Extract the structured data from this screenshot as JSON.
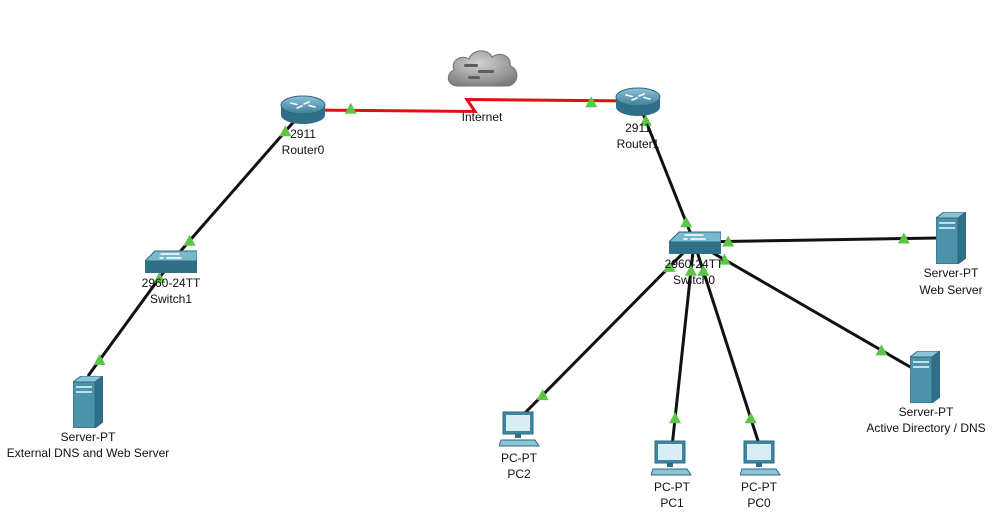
{
  "colors": {
    "ethernet": "#111111",
    "serial": "#e01010",
    "link_up": "#5cc545",
    "device_blue": "#4a93ab",
    "cloud": "#9a9a9a"
  },
  "cloud": {
    "label": "Internet",
    "icon": "cloud-icon"
  },
  "devices": [
    {
      "id": "router0",
      "icon": "router-icon",
      "model": "2911",
      "name": "Router0"
    },
    {
      "id": "router1",
      "icon": "router-icon",
      "model": "2911",
      "name": "Router1"
    },
    {
      "id": "switch1",
      "icon": "switch-icon",
      "model": "2960-24TT",
      "name": "Switch1"
    },
    {
      "id": "switch0",
      "icon": "switch-icon",
      "model": "2960-24TT",
      "name": "Switch0"
    },
    {
      "id": "ext-server",
      "icon": "server-icon",
      "model": "Server-PT",
      "name": "External DNS and Web Server"
    },
    {
      "id": "web-server",
      "icon": "server-icon",
      "model": "Server-PT",
      "name": "Web Server"
    },
    {
      "id": "ad-server",
      "icon": "server-icon",
      "model": "Server-PT",
      "name": "Active Directory / DNS"
    },
    {
      "id": "pc2",
      "icon": "pc-icon",
      "model": "PC-PT",
      "name": "PC2"
    },
    {
      "id": "pc1",
      "icon": "pc-icon",
      "model": "PC-PT",
      "name": "PC1"
    },
    {
      "id": "pc0",
      "icon": "pc-icon",
      "model": "PC-PT",
      "name": "PC0"
    }
  ],
  "links": [
    {
      "from": "router0",
      "to": "router1",
      "type": "serial"
    },
    {
      "from": "router0",
      "to": "switch1",
      "type": "ethernet"
    },
    {
      "from": "switch1",
      "to": "ext-server",
      "type": "ethernet"
    },
    {
      "from": "router1",
      "to": "switch0",
      "type": "ethernet"
    },
    {
      "from": "switch0",
      "to": "web-server",
      "type": "ethernet"
    },
    {
      "from": "switch0",
      "to": "ad-server",
      "type": "ethernet"
    },
    {
      "from": "switch0",
      "to": "pc2",
      "type": "ethernet"
    },
    {
      "from": "switch0",
      "to": "pc1",
      "type": "ethernet"
    },
    {
      "from": "switch0",
      "to": "pc0",
      "type": "ethernet"
    }
  ]
}
